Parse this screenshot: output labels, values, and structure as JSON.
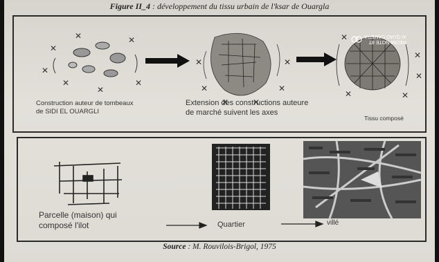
{
  "figure": {
    "label": "Figure II_4",
    "title": " : développement du tissu urbain de l'ksar de Ouargla"
  },
  "top_panel": {
    "stage1_caption": [
      "Construction auteur de tombeaux",
      "de SIDI EL OUARGLI"
    ],
    "stage2_caption": [
      "Extension des constructions auteure",
      "de marché suivent les axes"
    ],
    "stage3_caption": "Tissu composé"
  },
  "bottom_panel": {
    "parcel_caption": [
      "Parcelle (maison) qui",
      "composé l'ilot"
    ],
    "quartier_caption": "Quartier",
    "ville_caption": "villé"
  },
  "source": {
    "label": "Source",
    "text": " : M. Rouvilois-Brigol, 1975"
  },
  "watermark": {
    "line1": "REDMI NOTE 8T",
    "line2": "AI QUAD CAMERA"
  }
}
